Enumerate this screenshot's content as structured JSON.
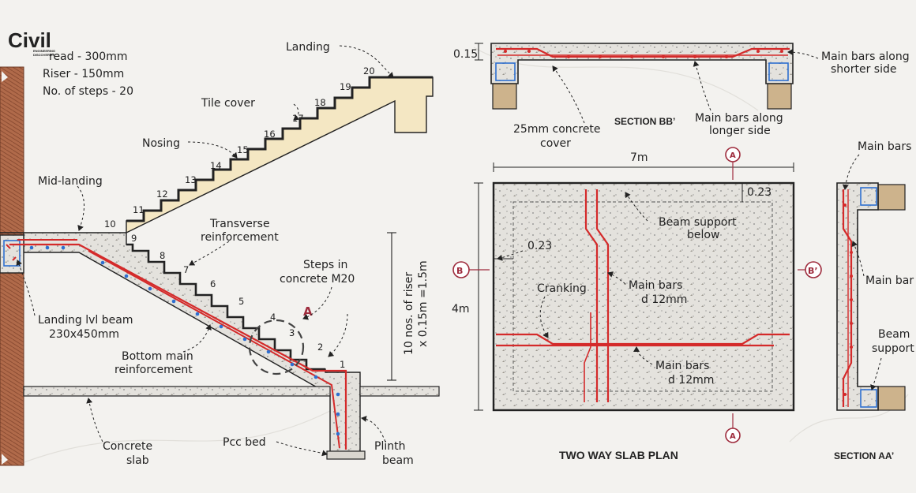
{
  "logo": {
    "main": "Civil",
    "sub1": "ENGINEERING",
    "sub2": "DISCOVERIES"
  },
  "specs": [
    "read - 300mm",
    "Riser - 150mm",
    "No. of steps - 20"
  ],
  "staircase": {
    "labels": {
      "landing": "Landing",
      "tile_cover": "Tile cover",
      "nosing": "Nosing",
      "mid_landing": "Mid-landing",
      "transverse_1": "Transverse",
      "transverse_2": "reinforcement",
      "steps_m20_1": "Steps in",
      "steps_m20_2": "concrete M20",
      "detail_a": "A",
      "landing_beam_1": "Landing lvl beam",
      "landing_beam_2": "230x450mm",
      "bottom_main_1": "Bottom main",
      "bottom_main_2": "reinforcement",
      "concrete_slab_1": "Concrete",
      "concrete_slab_2": "slab",
      "pcc_bed": "Pcc bed",
      "plinth_1": "Plinth",
      "plinth_2": "beam",
      "riser_dim_1": "10 nos. of riser",
      "riser_dim_2": "x 0.15m =1.5m"
    },
    "step_numbers": [
      "1",
      "2",
      "3",
      "4",
      "5",
      "6",
      "7",
      "8",
      "9",
      "10",
      "11",
      "12",
      "13",
      "14",
      "15",
      "16",
      "17",
      "18",
      "19",
      "20"
    ]
  },
  "section_bb": {
    "title": "SECTION BB’",
    "dim_thickness": "0.15",
    "main_shorter_1": "Main bars along",
    "main_shorter_2": "shorter side",
    "main_longer_1": "Main bars along",
    "main_longer_2": "longer side",
    "cover_1": "25mm concrete",
    "cover_2": "cover"
  },
  "plan": {
    "title": "TWO WAY SLAB PLAN",
    "dim_width": "7m",
    "dim_height": "4m",
    "edge_top": "0.23",
    "edge_left": "0.23",
    "beam_support_1": "Beam support",
    "beam_support_2": "below",
    "main_bars_v_1": "Main bars",
    "main_bars_v_2": "d 12mm",
    "main_bars_h_1": "Main bars",
    "main_bars_h_2": "d 12mm",
    "cranking": "Cranking",
    "marker_b_left": "B",
    "marker_b_right": "B’",
    "marker_a_top": "A",
    "marker_a_bottom": "A"
  },
  "section_aa": {
    "title": "SECTION AA’",
    "main_bars": "Main bars",
    "main_bars_2": "Main bar",
    "beam_1": "Beam",
    "beam_2": "support"
  },
  "colors": {
    "rebar": "#d42a2a",
    "concrete": "#e4e2dd",
    "concrete_dark": "#c9c6bf",
    "brick": "#b06a4a",
    "timber": "#cdb38c",
    "stair_fill": "#f4e7c3",
    "stirrup": "#2e6fd0",
    "marker": "#9e2b3c"
  }
}
